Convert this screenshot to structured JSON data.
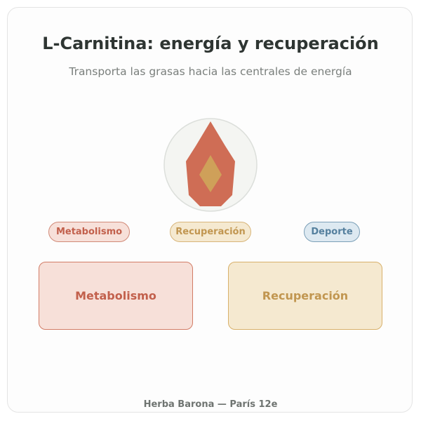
{
  "header": {
    "title": "L-Carnitina: energía y recuperación",
    "subtitle": "Transporta las grasas hacia las centrales de energía"
  },
  "emblem": {
    "icon": "flame-icon",
    "colors": {
      "circle_fill": "#f4f5f2",
      "circle_stroke": "#dcdfdb",
      "flame": "#cf6d55",
      "core": "#cfa059"
    }
  },
  "tags": [
    {
      "label": "Metabolismo",
      "color": "#c2604c"
    },
    {
      "label": "Recuperación",
      "color": "#c19650"
    },
    {
      "label": "Deporte",
      "color": "#55809e"
    }
  ],
  "panels": [
    {
      "label": "Metabolismo",
      "color": "#c2604c"
    },
    {
      "label": "Recuperación",
      "color": "#c19650"
    }
  ],
  "footer": {
    "text": "Herba Barona — París 12e"
  }
}
